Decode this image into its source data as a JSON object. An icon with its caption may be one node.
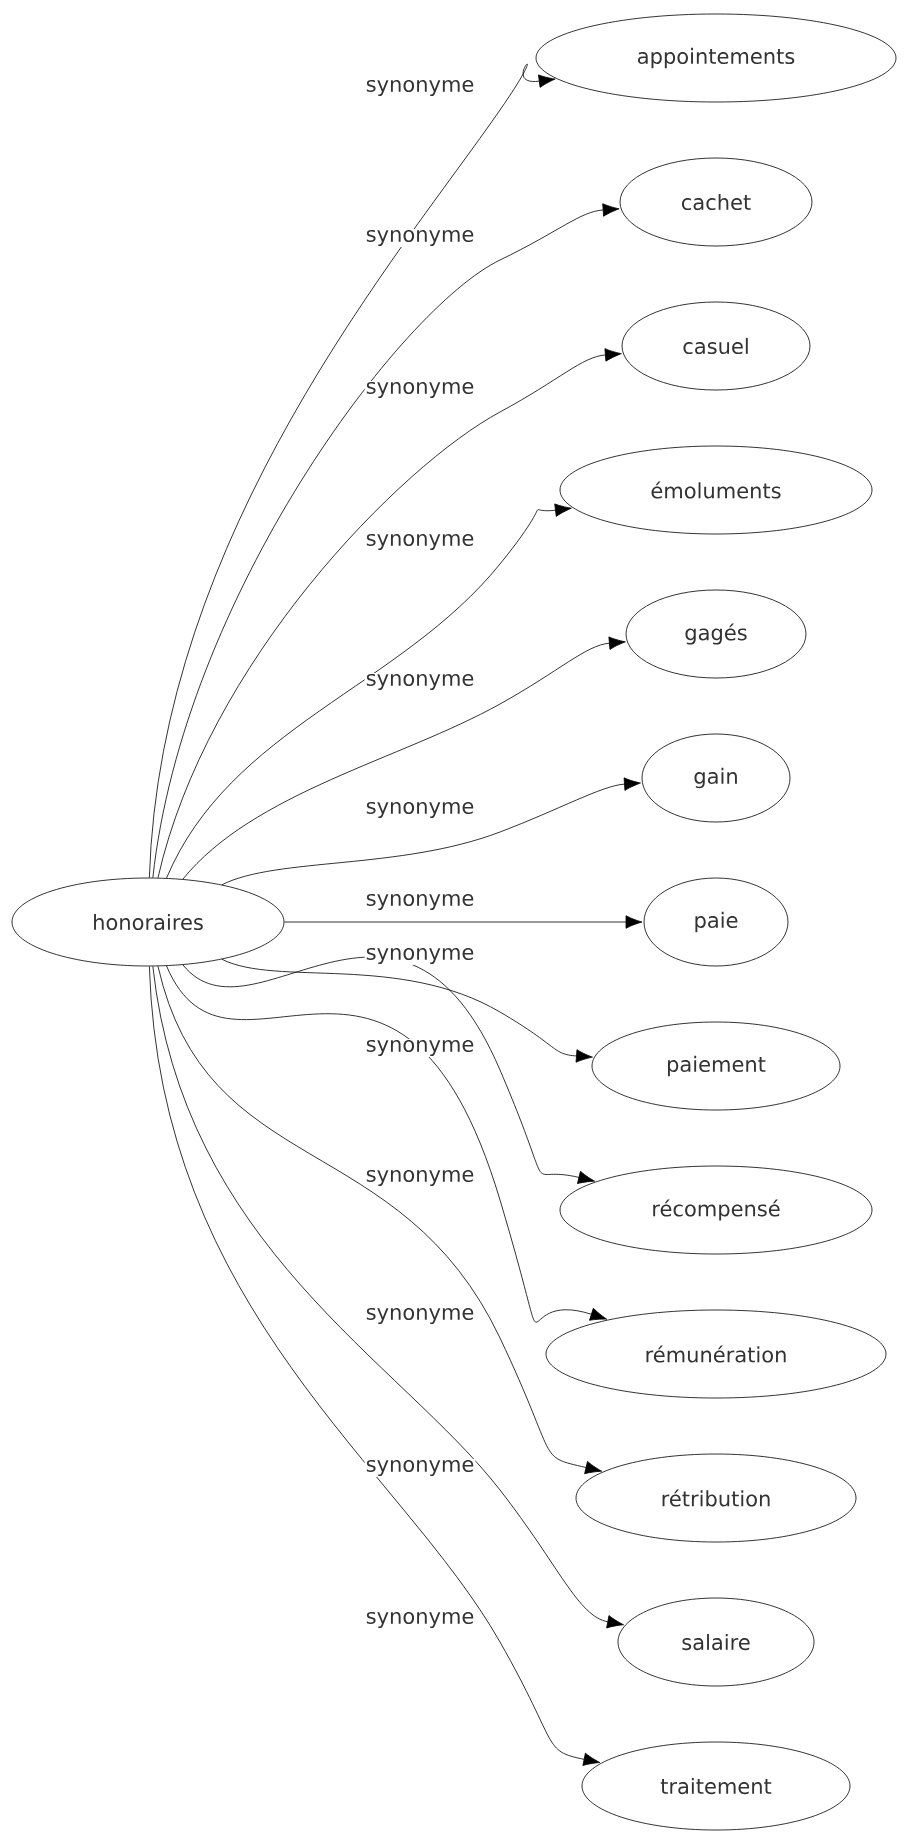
{
  "diagram": {
    "nodes": [
      {
        "text": [
          "honoraires"
        ]
      },
      {
        "text": [
          "appointements"
        ]
      },
      {
        "text": [
          "cachet"
        ]
      },
      {
        "text": [
          "casuel"
        ]
      },
      {
        "text": [
          "émoluments"
        ]
      },
      {
        "text": [
          "gagés"
        ]
      },
      {
        "text": [
          "gain"
        ]
      },
      {
        "text": [
          "paie"
        ]
      },
      {
        "text": [
          "paiement"
        ]
      },
      {
        "text": [
          "récompensé"
        ]
      },
      {
        "text": [
          "rémunération"
        ]
      },
      {
        "text": [
          "rétribution"
        ]
      },
      {
        "text": [
          "salaire"
        ]
      },
      {
        "text": [
          "traitement"
        ]
      }
    ],
    "edges": [
      {
        "from": 0,
        "to": 1,
        "arrow": "to",
        "label": "synonyme"
      },
      {
        "from": 0,
        "to": 2,
        "arrow": "to",
        "label": "synonyme"
      },
      {
        "from": 0,
        "to": 3,
        "arrow": "to",
        "label": "synonyme"
      },
      {
        "from": 0,
        "to": 4,
        "arrow": "to",
        "label": "synonyme"
      },
      {
        "from": 0,
        "to": 5,
        "arrow": "to",
        "label": "synonyme"
      },
      {
        "from": 0,
        "to": 6,
        "arrow": "to",
        "label": "synonyme"
      },
      {
        "from": 0,
        "to": 7,
        "arrow": "to",
        "label": "synonyme"
      },
      {
        "from": 0,
        "to": 8,
        "arrow": "to",
        "label": "synonyme"
      },
      {
        "from": 0,
        "to": 9,
        "arrow": "to",
        "label": "synonyme"
      },
      {
        "from": 0,
        "to": 10,
        "arrow": "to",
        "label": "synonyme"
      },
      {
        "from": 0,
        "to": 11,
        "arrow": "to",
        "label": "synonyme"
      },
      {
        "from": 0,
        "to": 12,
        "arrow": "to",
        "label": "synonyme"
      },
      {
        "from": 0,
        "to": 13,
        "arrow": "to",
        "label": "synonyme"
      }
    ]
  }
}
